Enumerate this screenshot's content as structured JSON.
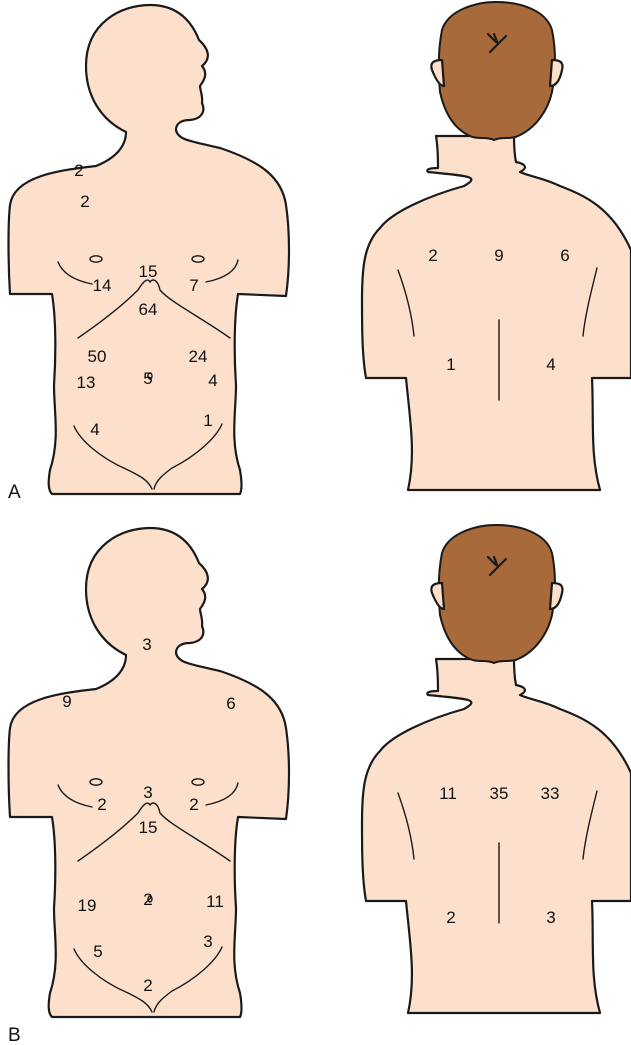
{
  "colors": {
    "skin": "#fde0cc",
    "hair": "#a86a3a",
    "outline": "#1a1a1a"
  },
  "panels": [
    {
      "label": "A",
      "front_values": {
        "neck": "",
        "shoulder_upper": "2",
        "shoulder_lower": "2",
        "right_shoulder": "",
        "upper_left": "14",
        "upper_mid": "15",
        "upper_right": "7",
        "epigastric": "64",
        "mid_left": "50",
        "mid_right": "24",
        "lumbar_left": "13",
        "umbilical": "5",
        "lumbar_right": "4",
        "lower_left": "4",
        "lower_right": "1",
        "hypogastric": ""
      },
      "back_values": {
        "upper_left": "2",
        "upper_mid": "9",
        "upper_right": "6",
        "lower_left": "1",
        "lower_right": "4"
      }
    },
    {
      "label": "B",
      "front_values": {
        "neck": "3",
        "shoulder_upper": "9",
        "shoulder_lower": "",
        "right_shoulder": "6",
        "upper_left": "2",
        "upper_mid": "3",
        "upper_right": "2",
        "epigastric": "15",
        "mid_left": "",
        "mid_right": "",
        "lumbar_left": "19",
        "umbilical": "2",
        "lumbar_right": "11",
        "lower_left": "5",
        "lower_right": "3",
        "hypogastric": "2"
      },
      "back_values": {
        "upper_left": "11",
        "upper_mid": "35",
        "upper_right": "33",
        "lower_left": "2",
        "lower_right": "3"
      }
    }
  ]
}
